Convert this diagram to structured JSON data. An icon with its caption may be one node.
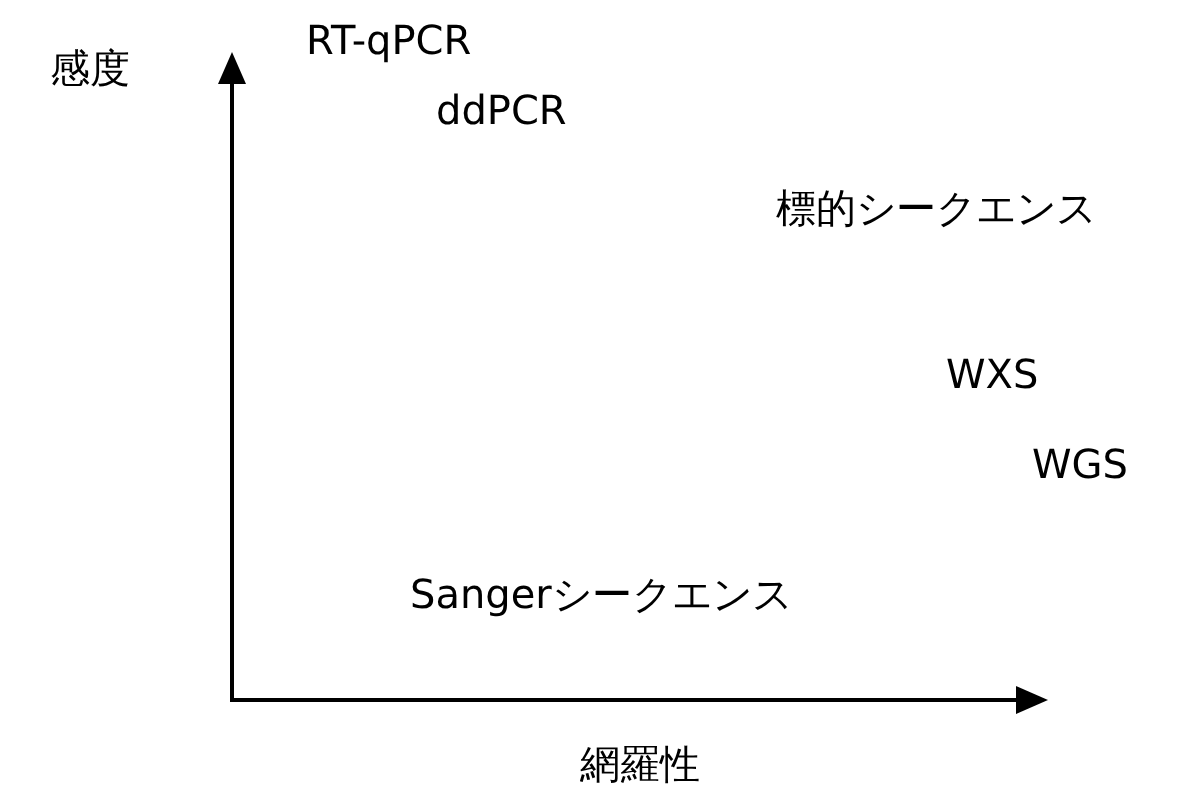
{
  "diagram": {
    "labels": [
      "感度",
      "RT-qPCR",
      "ddPCR",
      "標的シークエンス",
      "WXS",
      "WGS",
      "Sangerシークエンス",
      "網羅性"
    ]
  }
}
